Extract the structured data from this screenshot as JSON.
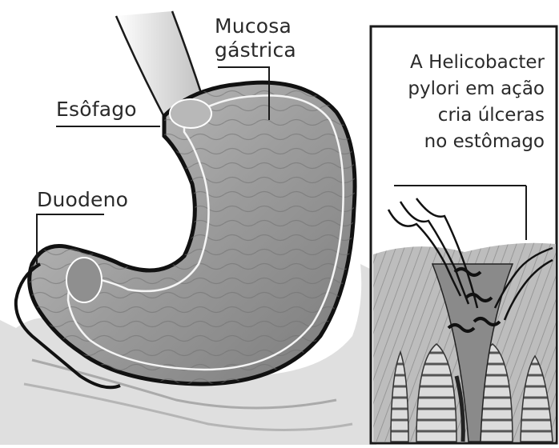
{
  "labels": {
    "mucosa_line1": "Mucosa",
    "mucosa_line2": "gástrica",
    "esofago": "Esôfago",
    "duodeno": "Duodeno"
  },
  "inset": {
    "caption_lines": [
      "A Helicobacter",
      "pylori em ação",
      "cria úlceras",
      "no estômago"
    ]
  },
  "colors": {
    "ink": "#1a1a1a",
    "stomach_shade": "#9a9a9a",
    "lining": "#f4f4f4",
    "background": "#ffffff"
  }
}
